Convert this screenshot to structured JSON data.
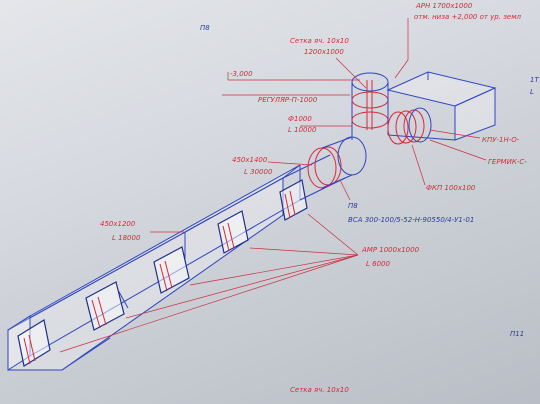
{
  "sheet": {
    "section_mark_top": "П8",
    "section_mark_right": "П11"
  },
  "labels": {
    "arn": "АРН 1700х1000",
    "elevation": "отм. низа +2,000 от ур. земл",
    "grille_top": "Сетка яч. 10х10",
    "grille_top_area": "1200х1000",
    "level": "-3,000",
    "regulator": "РЕГУЛЯР-П-1000",
    "diameter": "Ф1000",
    "length_1": "L 10000",
    "valve": "КПУ-1Н-О-",
    "germik": "ГЕРМИК-С-",
    "duct_450": "450х1400",
    "length_2": "L 30000",
    "fan_mark": "П8",
    "fan_model": "ВСА 300-100/5-52-Н-90550/4-У1-01",
    "fkp": "ФКП 100х100",
    "duct_1200": "450х1200",
    "length_3": "L 18000",
    "amr": "АМР 1000х1000",
    "length_4": "L 6000",
    "grille_bottom": "Сетка яч. 10х10",
    "edge_right_1": "1Т",
    "edge_right_2": "L"
  },
  "colors": {
    "duct": "#2f45c0",
    "annotation": "#d52a38",
    "paper": "#dadde2"
  }
}
